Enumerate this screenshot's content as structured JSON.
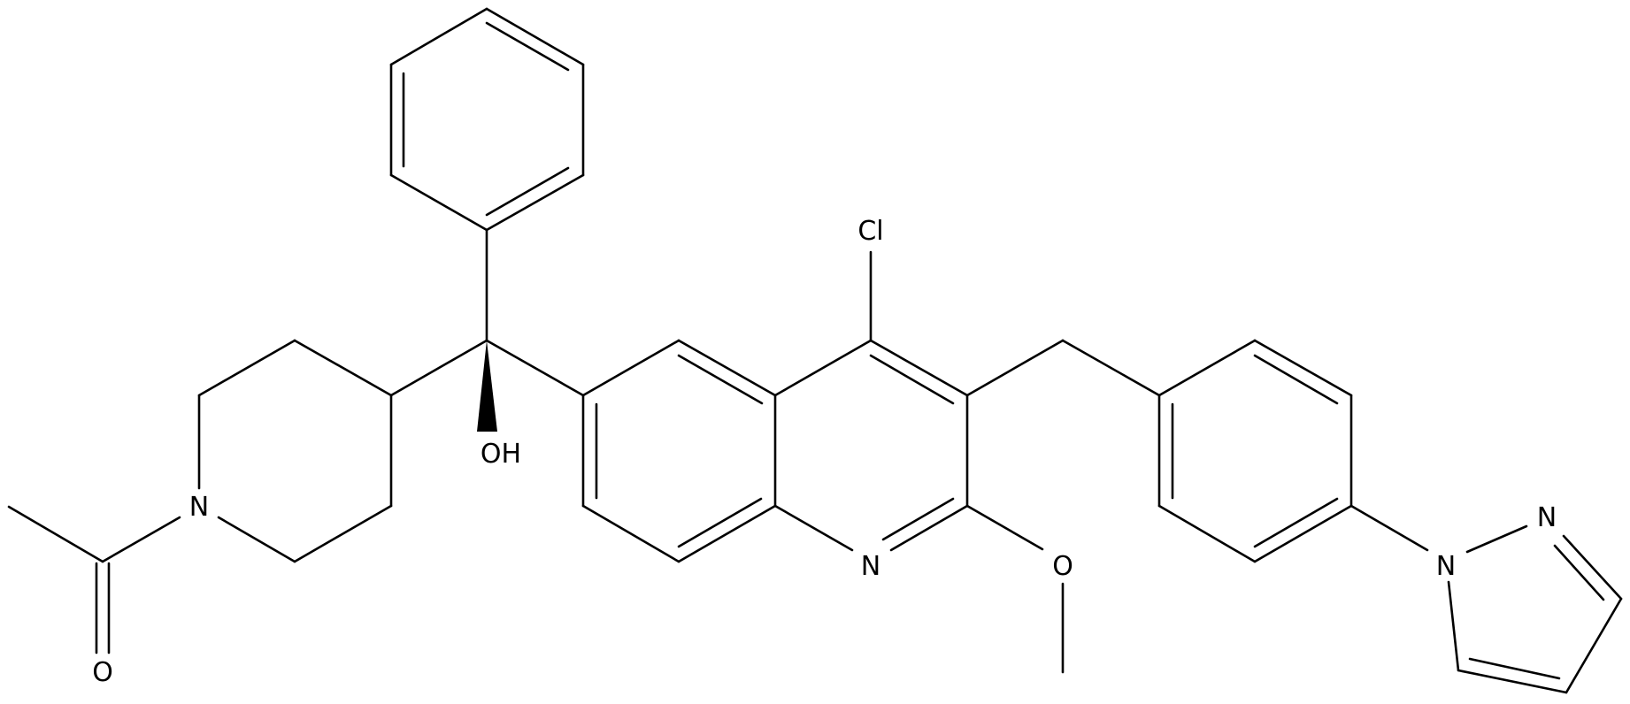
{
  "atoms": {
    "n_piperidine": "N",
    "o_carbonyl": "O",
    "o_hydroxyl": "OH",
    "cl": "Cl",
    "n_quinoline": "N",
    "o_methoxy": "O",
    "n1_pyrazole": "N",
    "n2_pyrazole": "N"
  },
  "colors": {
    "line": "#000000",
    "background": "#ffffff"
  }
}
